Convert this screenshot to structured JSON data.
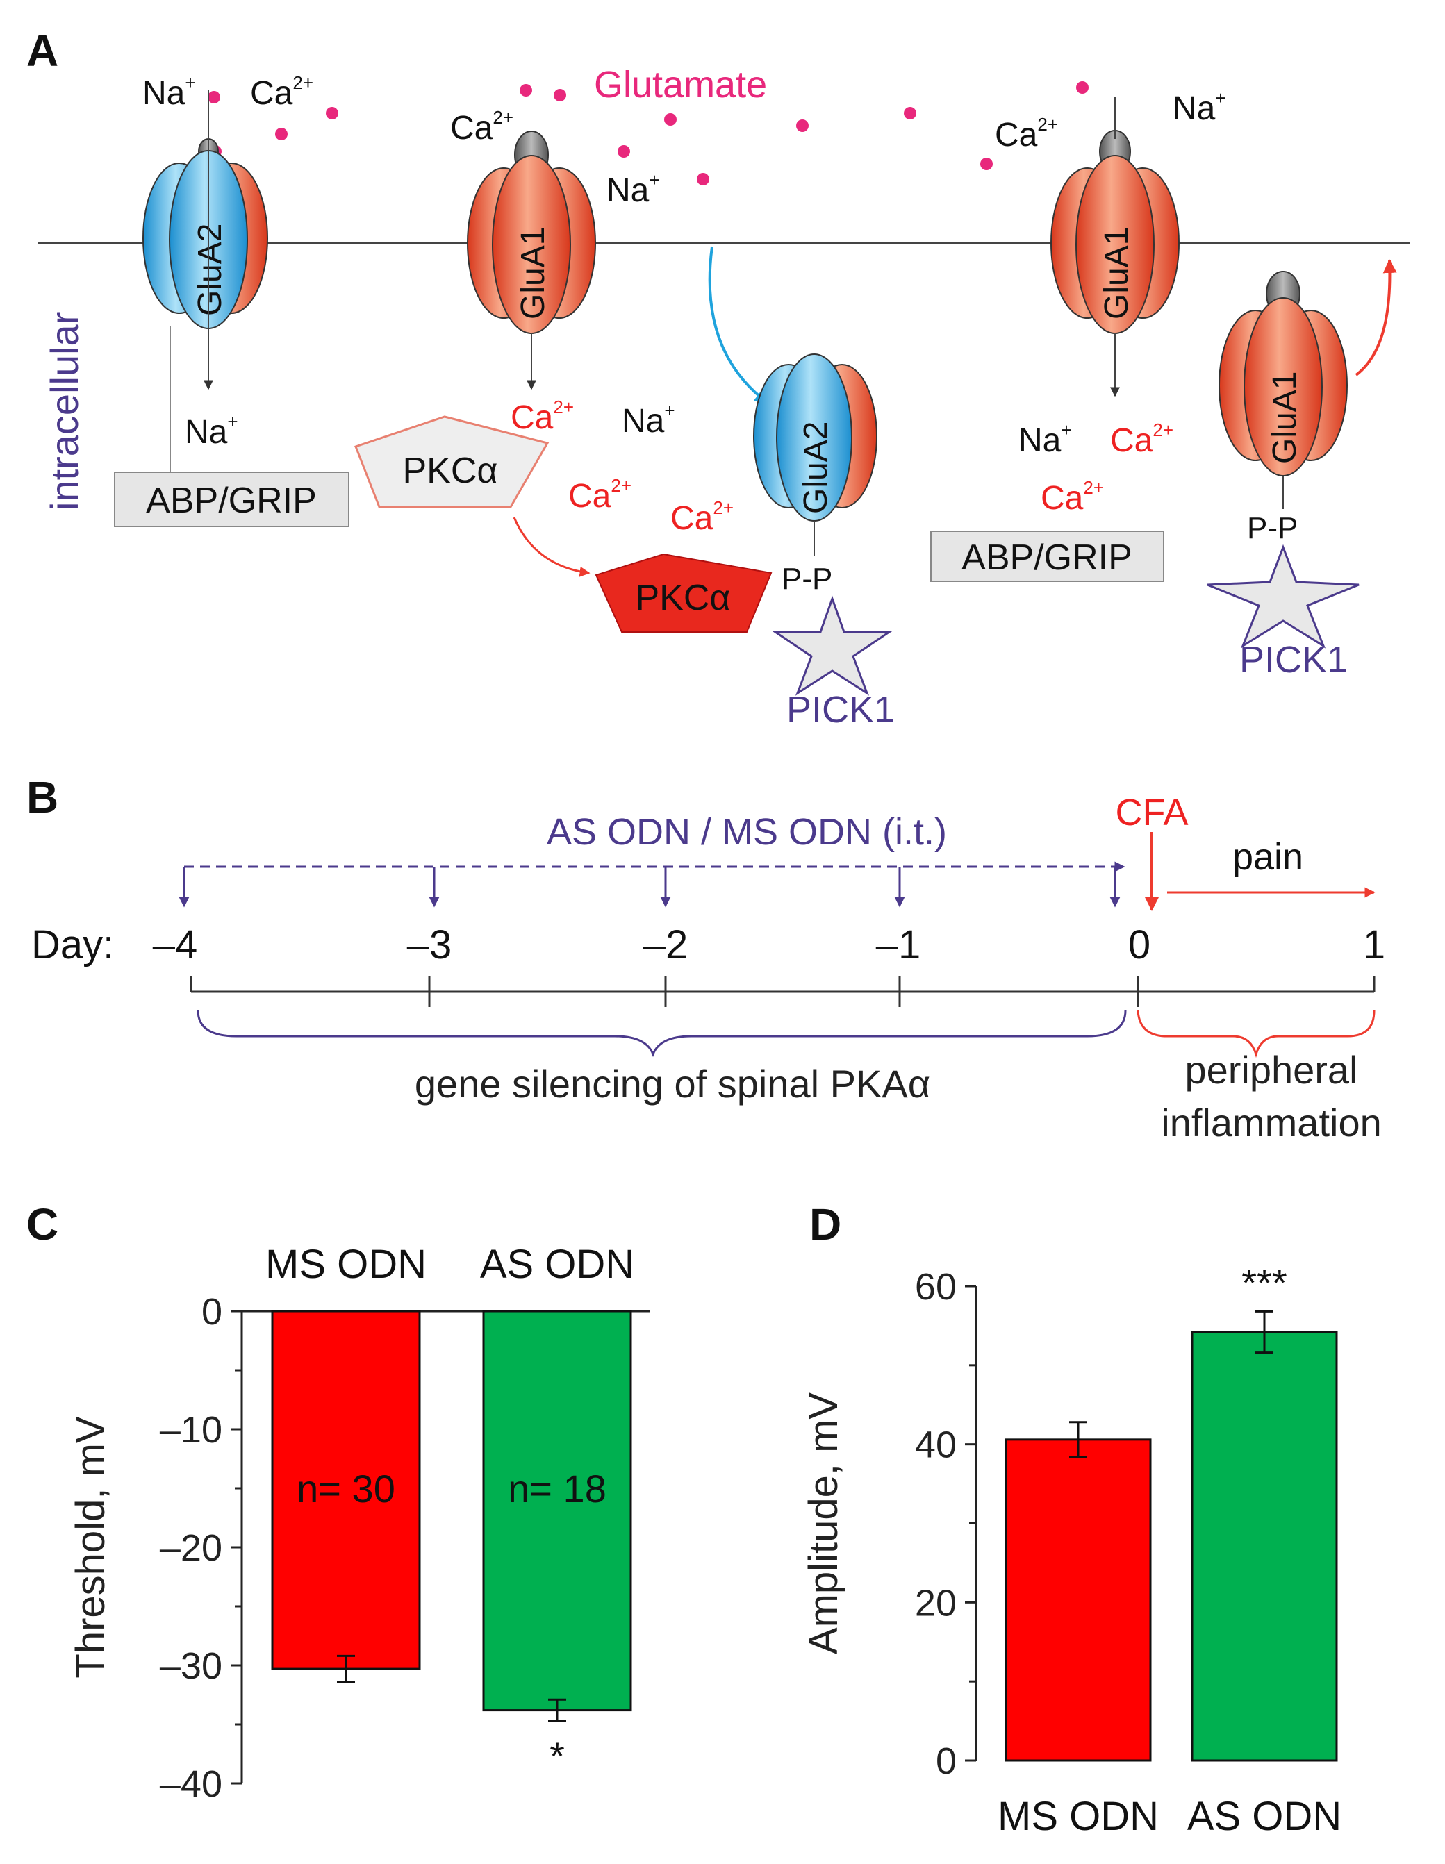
{
  "colors": {
    "red": "#ff0000",
    "red_text": "#ee2222",
    "green": "#00b050",
    "purple": "#4b3a8c",
    "magenta": "#e8287c",
    "blue": "#1fa3dd",
    "ink": "#222222"
  },
  "panelA": {
    "label": "A",
    "glutamate": "Glutamate",
    "intracellular": "intracellular",
    "glua2": "GluA2",
    "glua1": "GluA1",
    "na": "Na",
    "ca": "Ca",
    "plus": "+",
    "twoplus": "2+",
    "abp_grip": "ABP/GRIP",
    "pkca": "PKCα",
    "pick1": "PICK1",
    "pp": "P-P"
  },
  "panelB": {
    "label": "B",
    "injection": "AS ODN / MS ODN (i.t.)",
    "cfa": "CFA",
    "pain": "pain",
    "day_label": "Day:",
    "days": [
      "–4",
      "–3",
      "–2",
      "–1",
      "0",
      "1"
    ],
    "silencing": "gene silencing of spinal PKAα",
    "inflammation": [
      "peripheral",
      "inflammation"
    ]
  },
  "panelC": {
    "label": "C",
    "chart_data": {
      "type": "bar",
      "categories": [
        "MS ODN",
        "AS ODN"
      ],
      "values": [
        -30.3,
        -33.8
      ],
      "errors": [
        1.1,
        0.9
      ],
      "ylabel": "Threshold, mV",
      "ylim": [
        -40,
        0
      ],
      "yticks": [
        0,
        -10,
        -20,
        -30,
        -40
      ],
      "ytick_labels": [
        "0",
        "–10",
        "–20",
        "–30",
        "–40"
      ],
      "bar_labels": [
        "n= 30",
        "n= 18"
      ],
      "significance": [
        "",
        "*"
      ],
      "colors": [
        "#ff0000",
        "#00b050"
      ]
    }
  },
  "panelD": {
    "label": "D",
    "chart_data": {
      "type": "bar",
      "categories": [
        "MS ODN",
        "AS ODN"
      ],
      "values": [
        40.6,
        54.2
      ],
      "errors": [
        2.2,
        2.6
      ],
      "ylabel": "Amplitude, mV",
      "ylim": [
        0,
        60
      ],
      "yticks": [
        0,
        20,
        40,
        60
      ],
      "ytick_labels": [
        "0",
        "20",
        "40",
        "60"
      ],
      "significance": [
        "",
        "***"
      ],
      "colors": [
        "#ff0000",
        "#00b050"
      ]
    }
  }
}
